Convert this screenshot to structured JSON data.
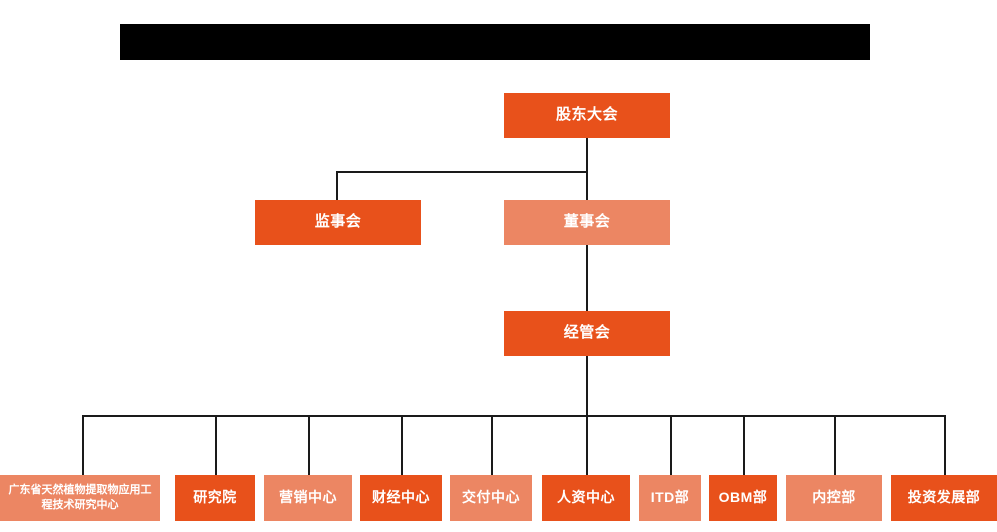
{
  "chart": {
    "title_bar": {
      "name": "redacted-title-bar",
      "text": ""
    },
    "colors": {
      "dark_orange": "#E8511B",
      "light_orange": "#EC8663",
      "connector": "#1a1a1a",
      "redaction": "#000000",
      "background": "#ffffff",
      "node_text": "#ffffff"
    },
    "levels": [
      {
        "level": 1,
        "nodes": [
          {
            "id": "shareholders",
            "label": "股东大会",
            "shade": "dark"
          }
        ]
      },
      {
        "level": 2,
        "nodes": [
          {
            "id": "supervisors",
            "label": "监事会",
            "shade": "dark"
          },
          {
            "id": "directors",
            "label": "董事会",
            "shade": "light"
          }
        ]
      },
      {
        "level": 3,
        "nodes": [
          {
            "id": "management",
            "label": "经管会",
            "shade": "dark"
          }
        ]
      }
    ],
    "departments": [
      {
        "id": "gd-research-center",
        "label": "广东省天然植物提取物应用工程技术研究中心",
        "shade": "light"
      },
      {
        "id": "research-institute",
        "label": "研究院",
        "shade": "dark"
      },
      {
        "id": "marketing-center",
        "label": "营销中心",
        "shade": "light"
      },
      {
        "id": "finance-center",
        "label": "财经中心",
        "shade": "dark"
      },
      {
        "id": "delivery-center",
        "label": "交付中心",
        "shade": "light"
      },
      {
        "id": "hr-center",
        "label": "人资中心",
        "shade": "dark"
      },
      {
        "id": "itd-department",
        "label": "ITD部",
        "shade": "light"
      },
      {
        "id": "obm-department",
        "label": "OBM部",
        "shade": "dark"
      },
      {
        "id": "internal-control-department",
        "label": "内控部",
        "shade": "light"
      },
      {
        "id": "investment-development-department",
        "label": "投资发展部",
        "shade": "dark"
      }
    ]
  }
}
